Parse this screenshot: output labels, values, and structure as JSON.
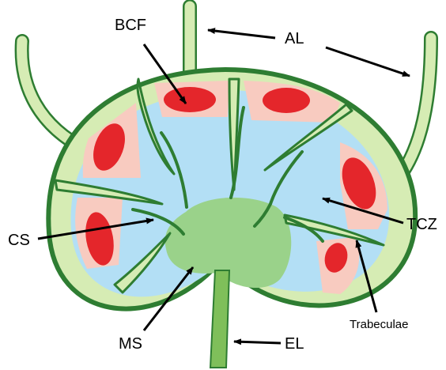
{
  "labels": {
    "bcf": "BCF",
    "al": "AL",
    "cs": "CS",
    "tcz": "TCZ",
    "ms": "MS",
    "el": "EL",
    "trabeculae": "Trabeculae"
  },
  "colors": {
    "capsule": "#2e7d32",
    "vessel_fill": "#d6ecb4",
    "sinus": "#b3dff5",
    "cortex": "#f8cbc0",
    "follicle": "#e4262b",
    "medulla": "#9ad28a",
    "efferent": "#7fbf5a"
  }
}
